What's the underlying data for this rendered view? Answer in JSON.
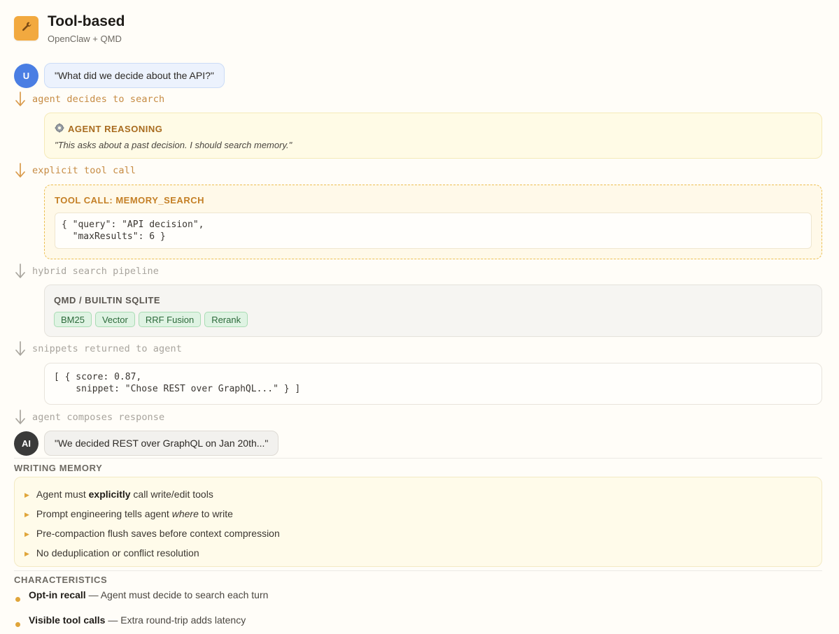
{
  "header": {
    "title": "Tool-based",
    "subtitle": "OpenClaw + QMD",
    "logo_icon": "wrench-icon",
    "logo_color": "#f2a93f"
  },
  "user_message": {
    "avatar": "U",
    "text": "\"What did we decide about the API?\""
  },
  "steps": {
    "decides": "agent decides to search",
    "tool_call": "explicit tool call",
    "pipeline": "hybrid search pipeline",
    "snippets": "snippets returned to agent",
    "composes": "agent composes response"
  },
  "reasoning": {
    "icon": "gear-icon",
    "heading": "AGENT REASONING",
    "text": "\"This asks about a past decision. I should search memory.\""
  },
  "tool_call": {
    "heading": "TOOL CALL: MEMORY_SEARCH",
    "code": "{ \"query\": \"API decision\",\n  \"maxResults\": 6 }"
  },
  "pipeline": {
    "heading": "QMD / BUILTIN SQLITE",
    "chips": [
      "BM25",
      "Vector",
      "RRF Fusion",
      "Rerank"
    ]
  },
  "snippets": {
    "code": "[ { score: 0.87,\n    snippet: \"Chose REST over GraphQL...\" } ]"
  },
  "ai_message": {
    "avatar": "AI",
    "text": "\"We decided REST over GraphQL on Jan 20th...\""
  },
  "writing_memory": {
    "title": "WRITING MEMORY",
    "items": [
      {
        "pre": "Agent must ",
        "em": "explicitly",
        "post": " call write/edit tools",
        "style": "bold"
      },
      {
        "pre": "Prompt engineering tells agent ",
        "em": "where",
        "post": " to write",
        "style": "italic"
      },
      {
        "pre": "Pre-compaction flush saves before context compression",
        "em": "",
        "post": "",
        "style": "none"
      },
      {
        "pre": "No deduplication or conflict resolution",
        "em": "",
        "post": "",
        "style": "none"
      }
    ]
  },
  "characteristics": {
    "title": "CHARACTERISTICS",
    "items": [
      {
        "bold": "Opt-in recall",
        "rest": " — Agent must decide to search each turn"
      },
      {
        "bold": "Visible tool calls",
        "rest": " — Extra round-trip adds latency"
      }
    ]
  }
}
